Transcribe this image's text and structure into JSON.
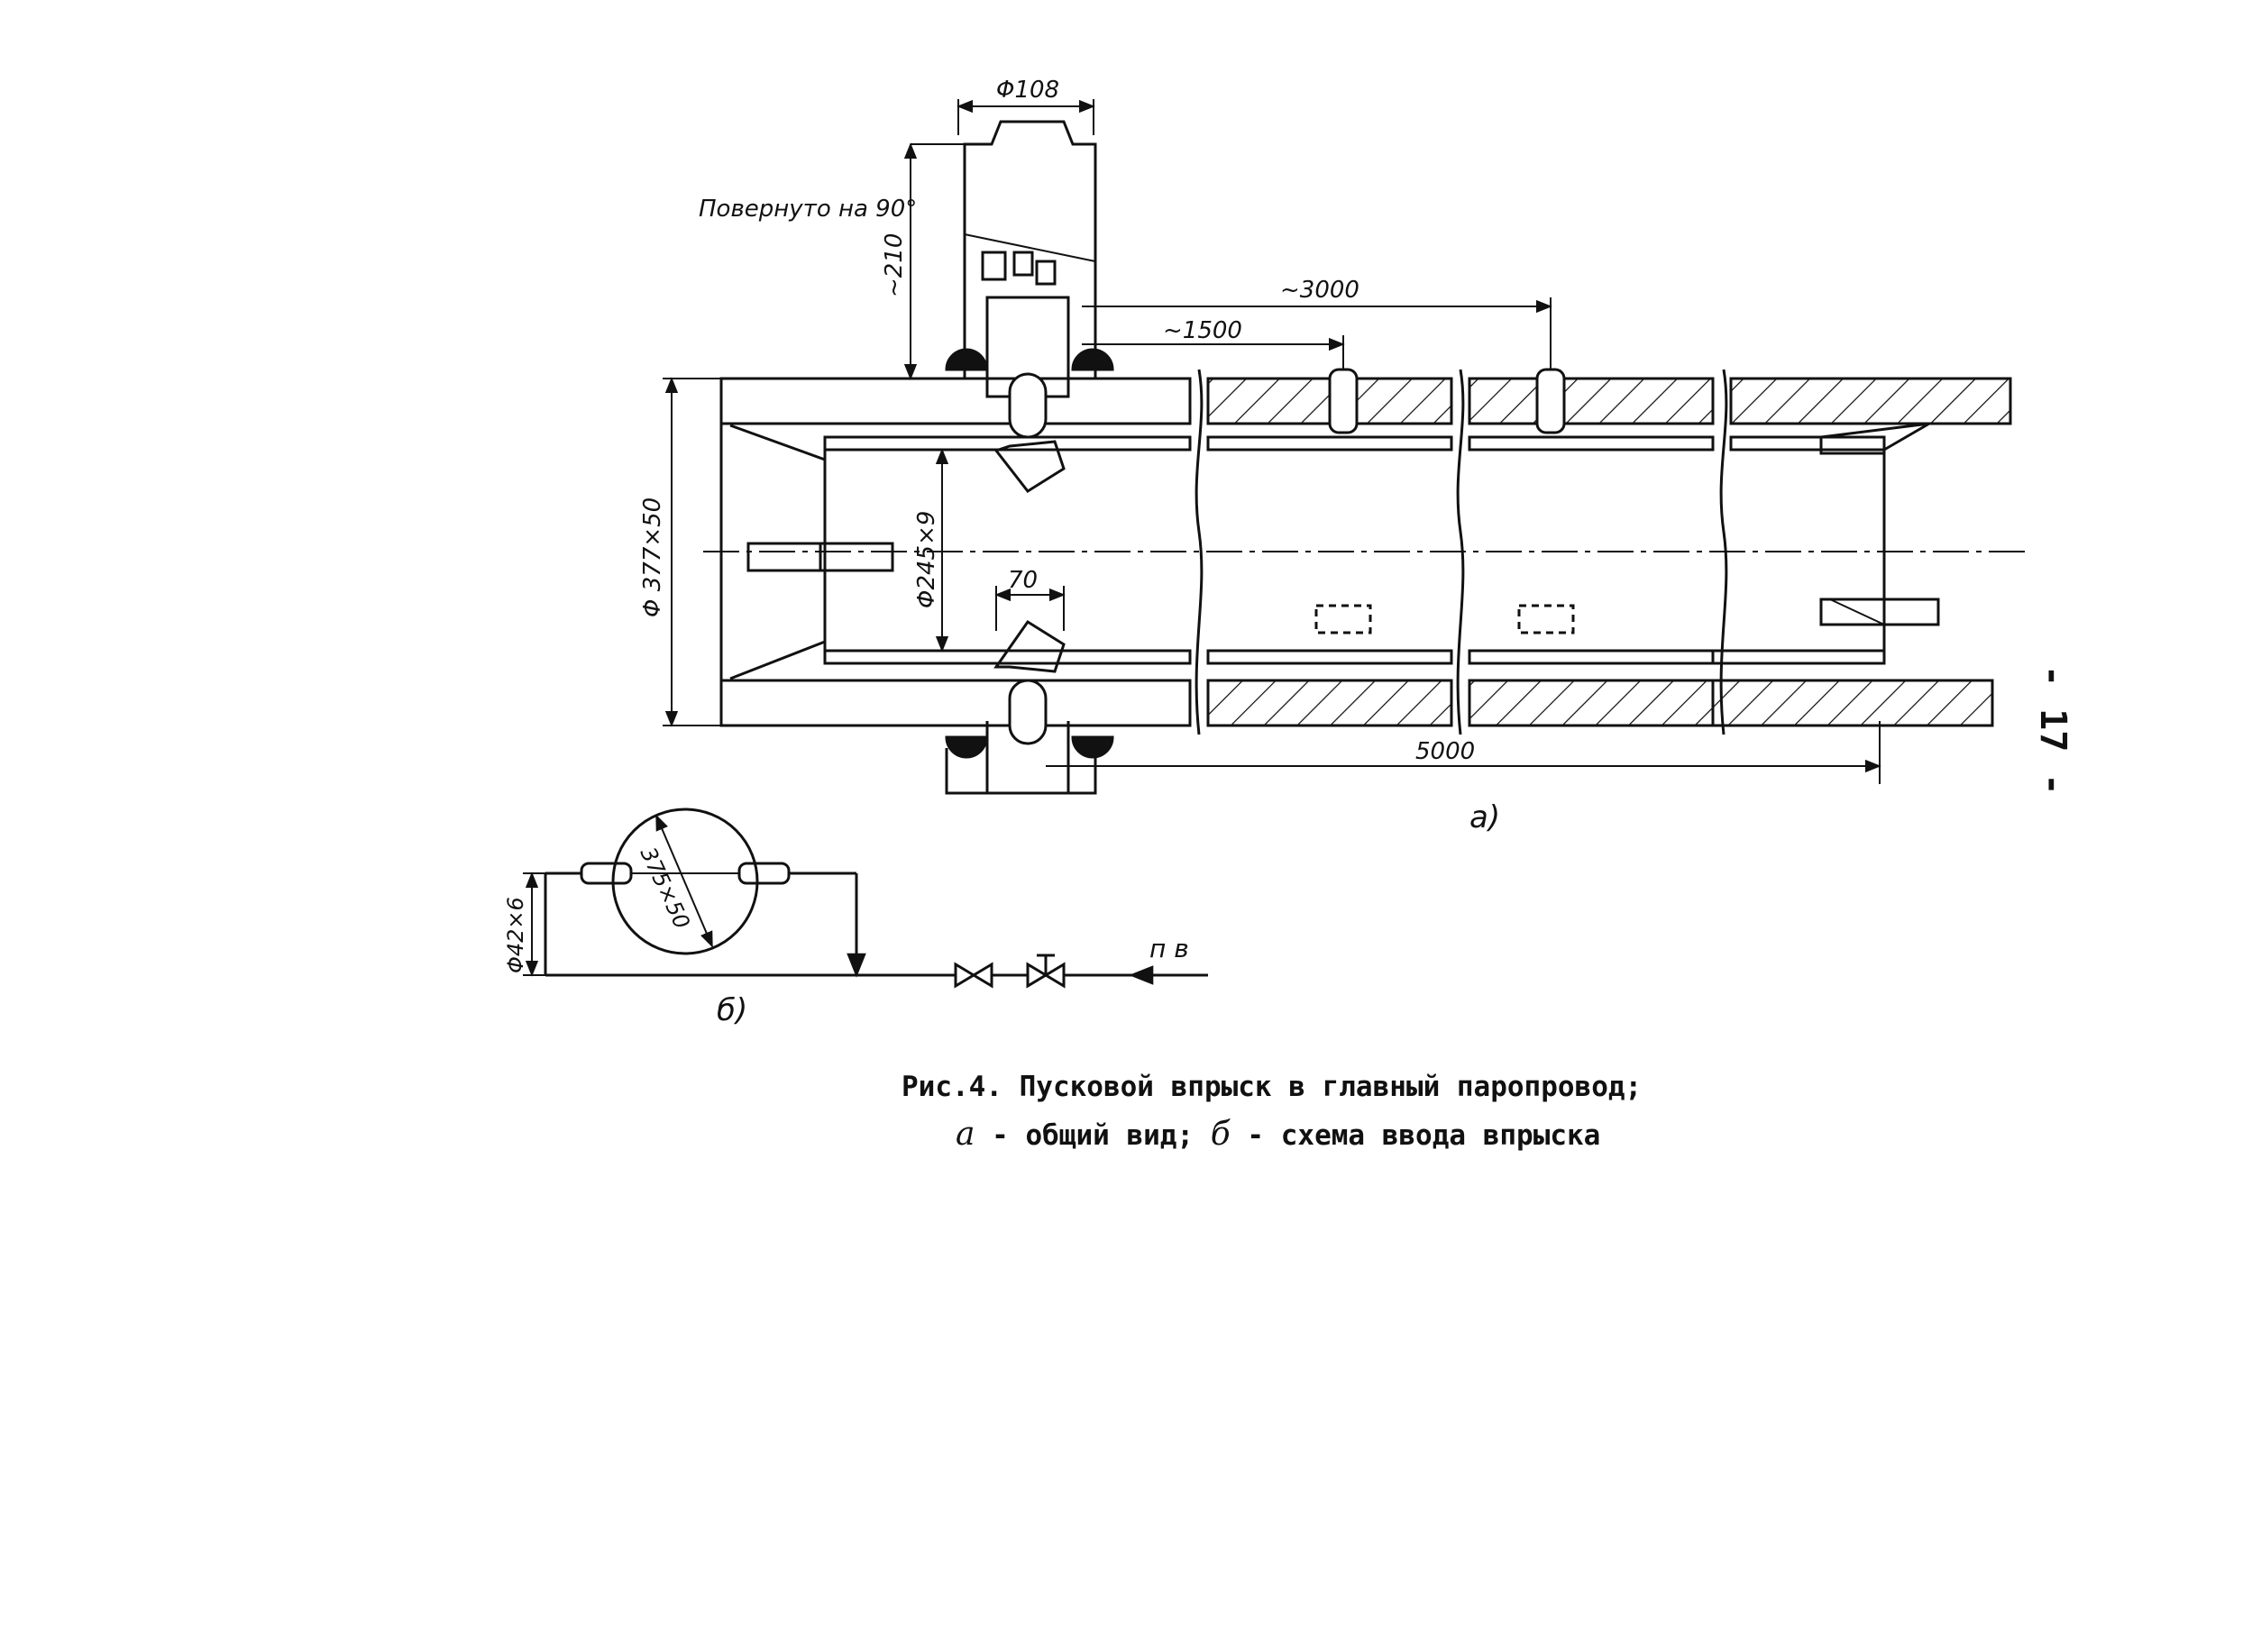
{
  "figure": {
    "dimensions": {
      "d108": "Φ108",
      "rotated": "Повернуто на 90°",
      "h210": "~210",
      "l3000": "~3000",
      "l1500": "~1500",
      "d377": "Φ 377×50",
      "d245": "Φ245×9",
      "w70": "70",
      "l5000": "5000",
      "d42": "Φ42×6",
      "d375": "375×50",
      "pv": "п в"
    },
    "part_labels": {
      "a": "а)",
      "b": "б)"
    }
  },
  "caption": {
    "line1": "Рис.4. Пусковой впрыск в главный паропровод;",
    "line2_a": "а",
    "line2_a_text": " - общий вид; ",
    "line2_b": "б",
    "line2_b_text": " - схема ввода впрыска"
  },
  "page_number": "- 17 -",
  "colors": {
    "ink": "#111111",
    "paper": "#ffffff"
  }
}
